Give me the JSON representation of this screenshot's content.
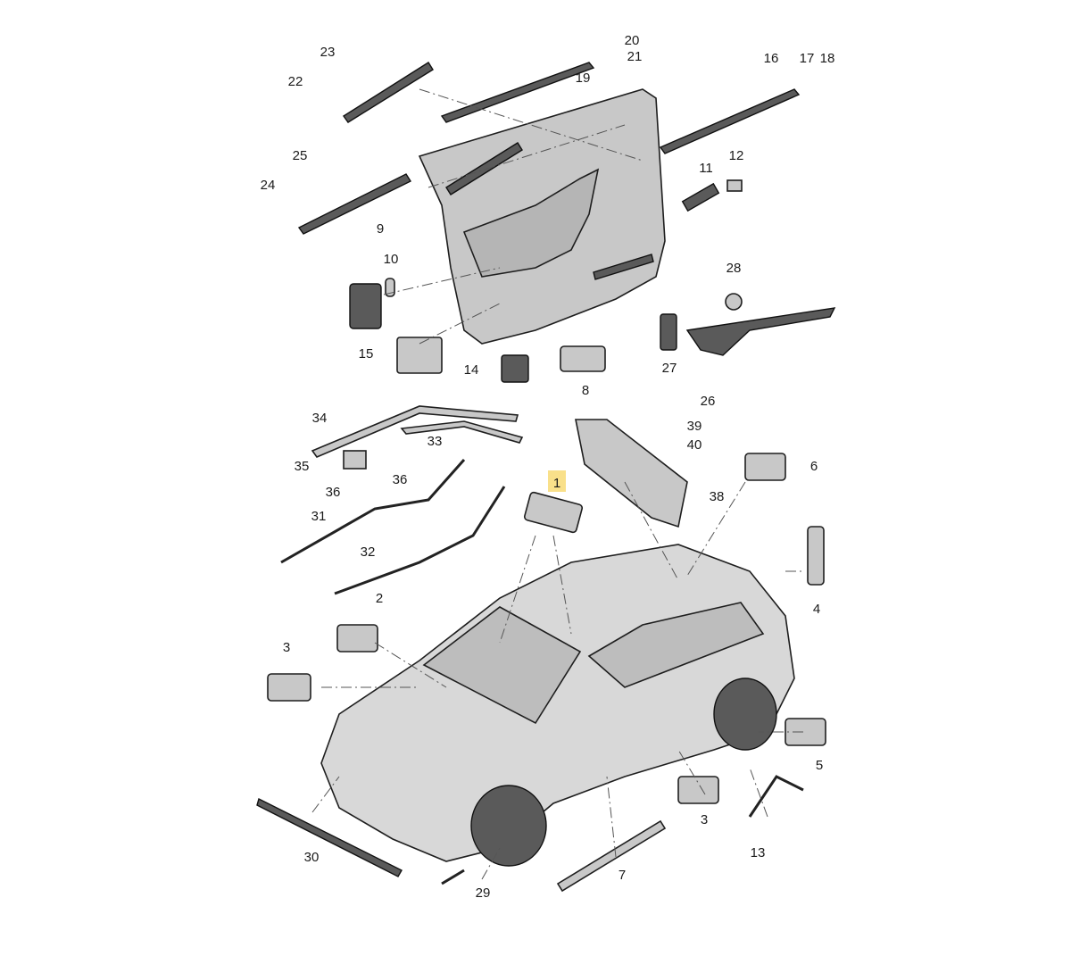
{
  "diagram": {
    "title": "",
    "highlighted_callout": "1",
    "highlight_color": "#f9e08a",
    "callouts": [
      "1",
      "2",
      "3",
      "3",
      "4",
      "5",
      "6",
      "7",
      "8",
      "9",
      "10",
      "11",
      "12",
      "13",
      "14",
      "15",
      "16",
      "17",
      "18",
      "19",
      "20",
      "21",
      "22",
      "23",
      "24",
      "25",
      "26",
      "27",
      "28",
      "29",
      "30",
      "31",
      "32",
      "33",
      "34",
      "35",
      "36",
      "36",
      "38",
      "39",
      "40"
    ]
  }
}
